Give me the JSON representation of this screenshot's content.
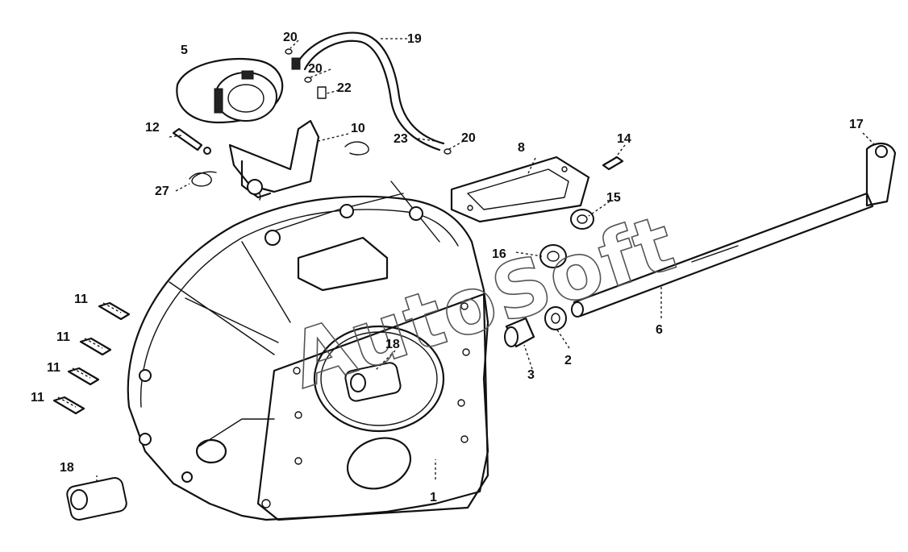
{
  "watermark": "AutoSoft",
  "callouts": {
    "c1": "1",
    "c2": "2",
    "c3": "3",
    "c5": "5",
    "c6": "6",
    "c8": "8",
    "c10": "10",
    "c11a": "11",
    "c11b": "11",
    "c11c": "11",
    "c11d": "11",
    "c12": "12",
    "c14": "14",
    "c15": "15",
    "c16": "16",
    "c17": "17",
    "c18a": "18",
    "c18b": "18",
    "c19": "19",
    "c20a": "20",
    "c20b": "20",
    "c20c": "20",
    "c22": "22",
    "c23": "23",
    "c27": "27"
  }
}
